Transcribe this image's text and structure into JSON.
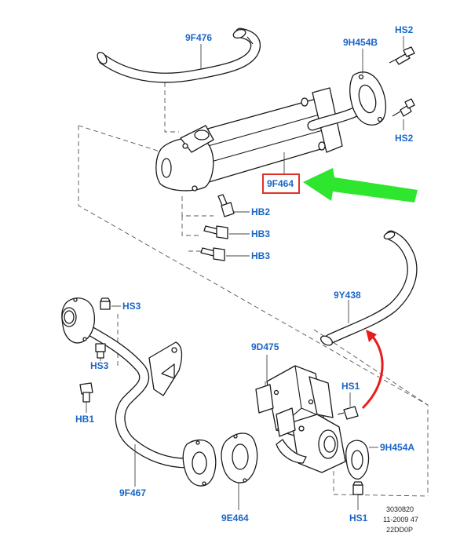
{
  "colors": {
    "label_text": "#1a66c8",
    "highlight_box": "#e0312a",
    "green_arrow": "#2ee62e",
    "red_arrow": "#e81c1c",
    "line_art": "#1a1a1a"
  },
  "labels": {
    "part_9f476": "9F476",
    "part_9h454b": "9H454B",
    "hs2_top": "HS2",
    "hs2_bottom": "HS2",
    "part_9f464": "9F464",
    "hb2": "HB2",
    "hb3_upper": "HB3",
    "hb3_lower": "HB3",
    "part_9y438": "9Y438",
    "hs3_right": "HS3",
    "hs3_left": "HS3",
    "part_9d475": "9D475",
    "hs1_upper": "HS1",
    "hb1": "HB1",
    "part_9h454a": "9H454A",
    "part_9f467": "9F467",
    "part_9e464": "9E464",
    "hs1_lower": "HS1"
  },
  "reference": {
    "line1": "3030820",
    "line2": "11-2009 47",
    "line3": "22DD0P"
  }
}
